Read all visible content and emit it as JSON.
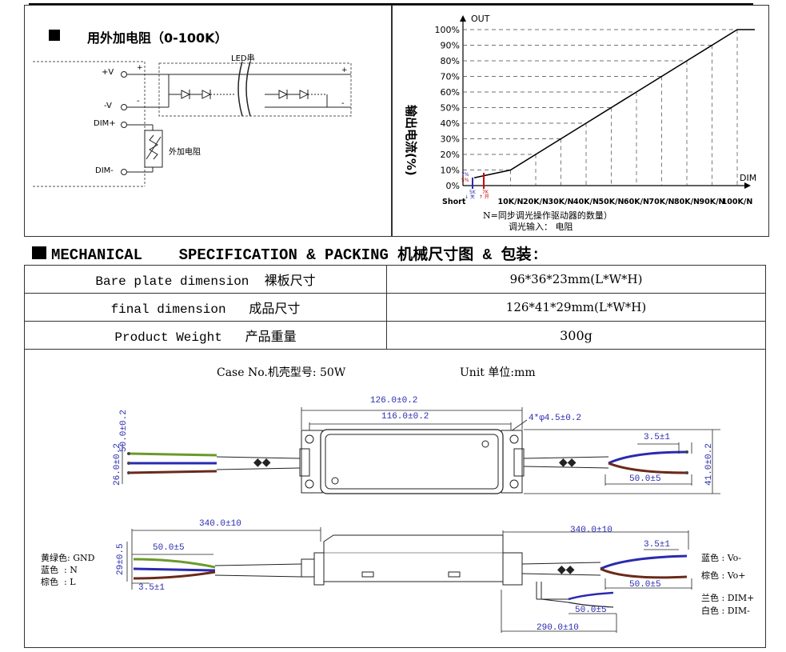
{
  "wiring": {
    "title": "用外加电阻（0-100K）",
    "led_label": "LED串",
    "v_plus": "+V",
    "v_minus": "-V",
    "dim_plus": "DIM+",
    "dim_minus": "DIM-",
    "plus_sign": "+",
    "minus_sign": "-",
    "resistor_label": "外加电阻"
  },
  "chart_data": {
    "type": "line",
    "x_axis_label": "DIM",
    "y_axis_label": "OUT",
    "y_side_label": "输出电流(%)",
    "x_ticks": [
      "Short",
      "10K/N",
      "20K/N",
      "30K/N",
      "40K/N",
      "50K/N",
      "60K/N",
      "70K/N",
      "80K/N",
      "90K/N",
      "100K/N"
    ],
    "y_ticks": [
      "0%",
      "10%",
      "20%",
      "30%",
      "40%",
      "50%",
      "60%",
      "70%",
      "80%",
      "90%",
      "100%"
    ],
    "series": [
      {
        "x": [
          "Short",
          "10K/N",
          "20K/N",
          "30K/N",
          "40K/N",
          "50K/N",
          "60K/N",
          "70K/N",
          "80K/N",
          "90K/N",
          "100K/N"
        ],
        "values": [
          5,
          10,
          20,
          30,
          40,
          50,
          60,
          70,
          80,
          90,
          100
        ]
      }
    ],
    "small_labels": [
      "5K",
      "7K",
      "7%",
      "5%",
      "↓ 关",
      "↑ 开"
    ],
    "note_line1": "N=同步调光操作驱动器的数量）",
    "note_line2": "调光输入： 电阻"
  },
  "mechanical": {
    "section_title": "MECHANICAL    SPECIFICATION & PACKING 机械尺寸图 & 包装:",
    "rows": [
      {
        "label": "Bare plate dimension  裸板尺寸",
        "value": "96*36*23mm(L*W*H)"
      },
      {
        "label": "final dimension   成品尺寸",
        "value": "126*41*29mm(L*W*H)"
      },
      {
        "label": "Product Weight   产品重量",
        "value": "300g"
      }
    ],
    "case_no": "Case No.机壳型号: 50W",
    "unit": "Unit 单位:mm"
  },
  "drawing": {
    "top": {
      "dim_126": "126.0±0.2",
      "dim_116": "116.0±0.2",
      "hole": "4*φ4.5±0.2",
      "left_26": "26.0±0.2",
      "left_50": "50.0±0.2",
      "right_35": "3.5±1",
      "right_50": "50.0±5",
      "right_41": "41.0±0.2"
    },
    "bottom": {
      "dim_340_left": "340.0±10",
      "dim_340_right": "340.0±10",
      "left_50": "50.0±5",
      "left_29": "29±0.5",
      "left_35": "3.5±1",
      "right_35": "3.5±1",
      "right_50": "50.0±5",
      "dim_50b": "50.0±5",
      "dim_290": "290.0±10"
    },
    "legend_left": [
      "黄绿色: GND",
      "蓝色  : N",
      "棕色  : L"
    ],
    "legend_right": [
      "蓝色 : Vo-",
      "棕色 : Vo+",
      "兰色 : DIM+",
      "白色 : DIM-"
    ]
  }
}
